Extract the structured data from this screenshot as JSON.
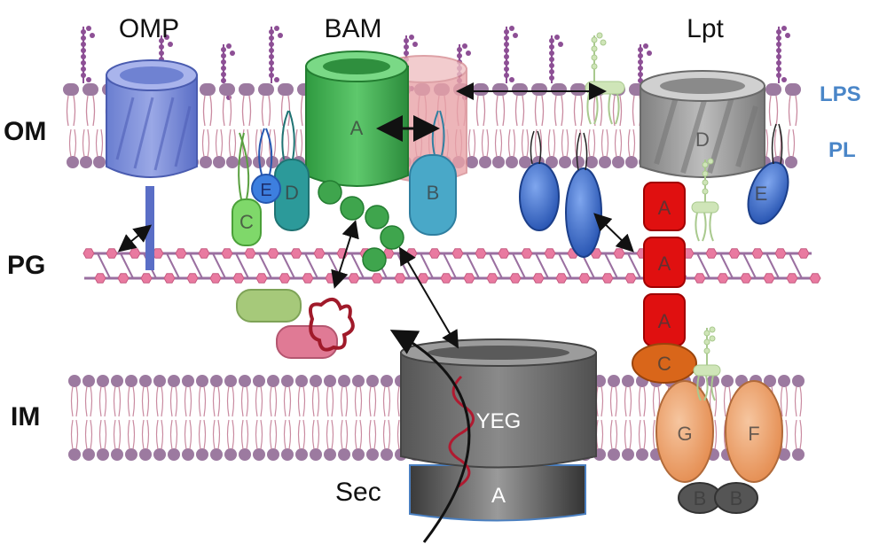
{
  "labels": {
    "omp": "OMP",
    "bam": "BAM",
    "lpt": "Lpt",
    "om": "OM",
    "pg": "PG",
    "im": "IM",
    "sec": "Sec",
    "lps": "LPS",
    "pl": "PL"
  },
  "subunits": {
    "bam_a": "A",
    "bam_b": "B",
    "bam_c": "C",
    "bam_d": "D",
    "bam_e": "E",
    "lpt_d": "D",
    "lpt_e": "E",
    "lpt_a1": "A",
    "lpt_a2": "A",
    "lpt_a3": "A",
    "lpt_c": "C",
    "lpt_g": "G",
    "lpt_f": "F",
    "lpt_b1": "B",
    "lpt_b2": "B",
    "sec_yeg": "YEG",
    "sec_a": "A"
  },
  "colors": {
    "membrane_head": "#9c7aa0",
    "membrane_tail": "#c98aa0",
    "lps_sugar": "#8d4f95",
    "pg_strand": "#9a6fa0",
    "pg_node": "#e97aa0",
    "omp_barrel": "#7b8ed6",
    "bama": "#3aa64a",
    "bama_ghost": "#e89aa0",
    "bamb": "#49a8c8",
    "bamd": "#2c9a9a",
    "bame": "#3d7fdf",
    "bamc": "#7fd86a",
    "lptd": "#9a9a9a",
    "lpte": "#2e5fbf",
    "lpta": "#e01010",
    "lptc": "#d9661a",
    "lptfg": "#f0a070",
    "lptb": "#555555",
    "sec": "#666666",
    "secy_chain": "#b01a30"
  }
}
